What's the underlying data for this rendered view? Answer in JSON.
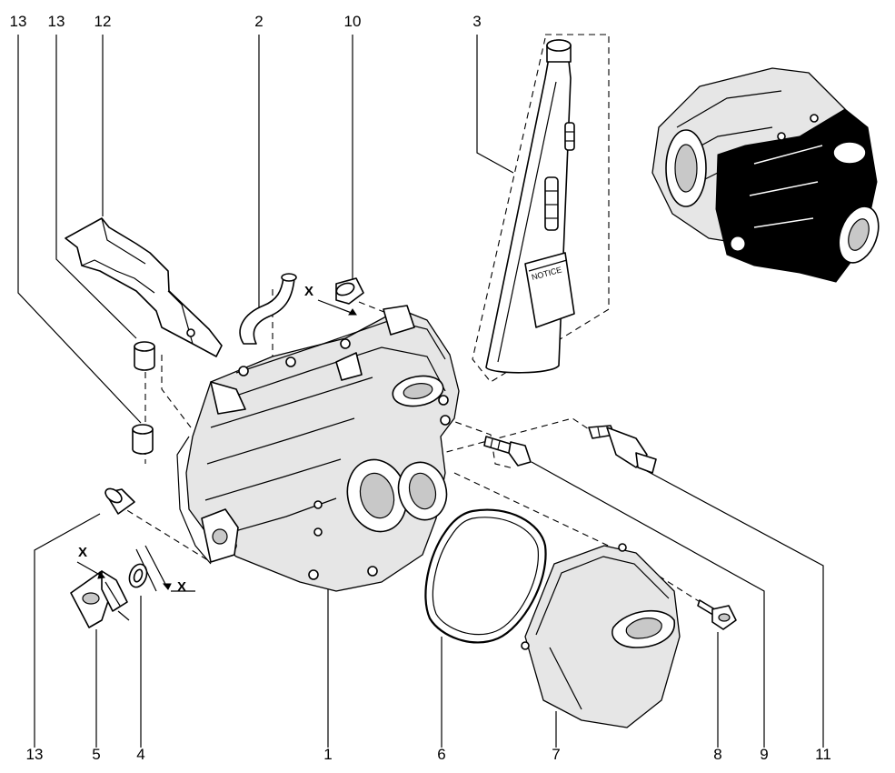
{
  "callouts": {
    "c13a": "13",
    "c13b": "13",
    "c12": "12",
    "c2": "2",
    "c10": "10",
    "c3": "3",
    "c13c": "13",
    "c5": "5",
    "c4": "4",
    "c1": "1",
    "c6": "6",
    "c7": "7",
    "c8": "8",
    "c9": "9",
    "c11": "11"
  },
  "markers": {
    "x1": "X",
    "x2": "X",
    "x3": "X"
  },
  "notice_text": "NOTICE"
}
